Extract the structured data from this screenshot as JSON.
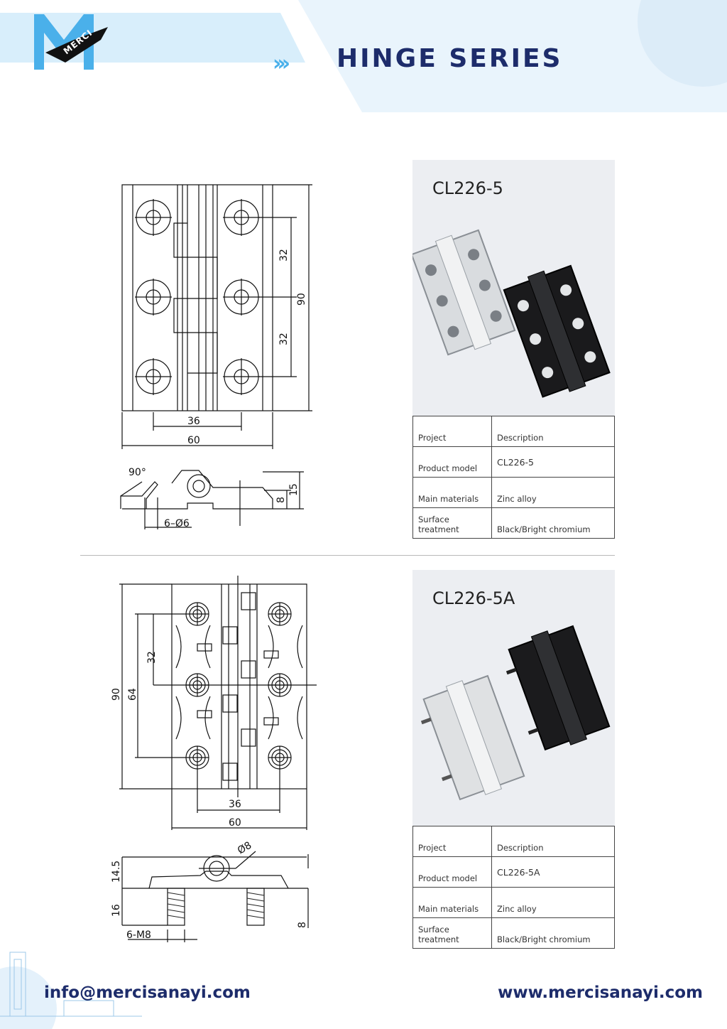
{
  "header": {
    "brand": "MERCI",
    "chevrons": "›››",
    "title": "HINGE SERIES"
  },
  "products": [
    {
      "model_title": "CL226-5",
      "spec_table": {
        "headers": [
          "Project",
          "Description"
        ],
        "rows": [
          {
            "label": "Product model",
            "value": "CL226-5"
          },
          {
            "label": "Main materials",
            "value": "Zinc alloy"
          },
          {
            "label": "Surface treatment",
            "value": "Black/Bright chromium"
          }
        ]
      },
      "drawing_dims": {
        "spacing_top": "32",
        "spacing_bottom": "32",
        "height": "90",
        "hole_width": "36",
        "width": "60",
        "angle": "90°",
        "side_thickness": "8",
        "side_height": "15",
        "holes": "6–Ø6"
      }
    },
    {
      "model_title": "CL226-5A",
      "spec_table": {
        "headers": [
          "Project",
          "Description"
        ],
        "rows": [
          {
            "label": "Product model",
            "value": "CL226-5A"
          },
          {
            "label": "Main materials",
            "value": "Zinc alloy"
          },
          {
            "label": "Surface treatment",
            "value": "Black/Bright chromium"
          }
        ]
      },
      "drawing_dims": {
        "height": "90",
        "span": "64",
        "spacing": "32",
        "hole_width": "36",
        "width": "60",
        "pin": "Ø8",
        "side_height": "14.5",
        "stud_length": "16",
        "studs": "6-M8",
        "side_thickness": "8"
      }
    }
  ],
  "footer": {
    "email": "info@mercisanayi.com",
    "website": "www.mercisanayi.com"
  },
  "colors": {
    "navy": "#1d2c6b",
    "accent_blue": "#4ab0ea",
    "light_band": "#e6f3fc",
    "panel_bg": "#eceef2"
  }
}
